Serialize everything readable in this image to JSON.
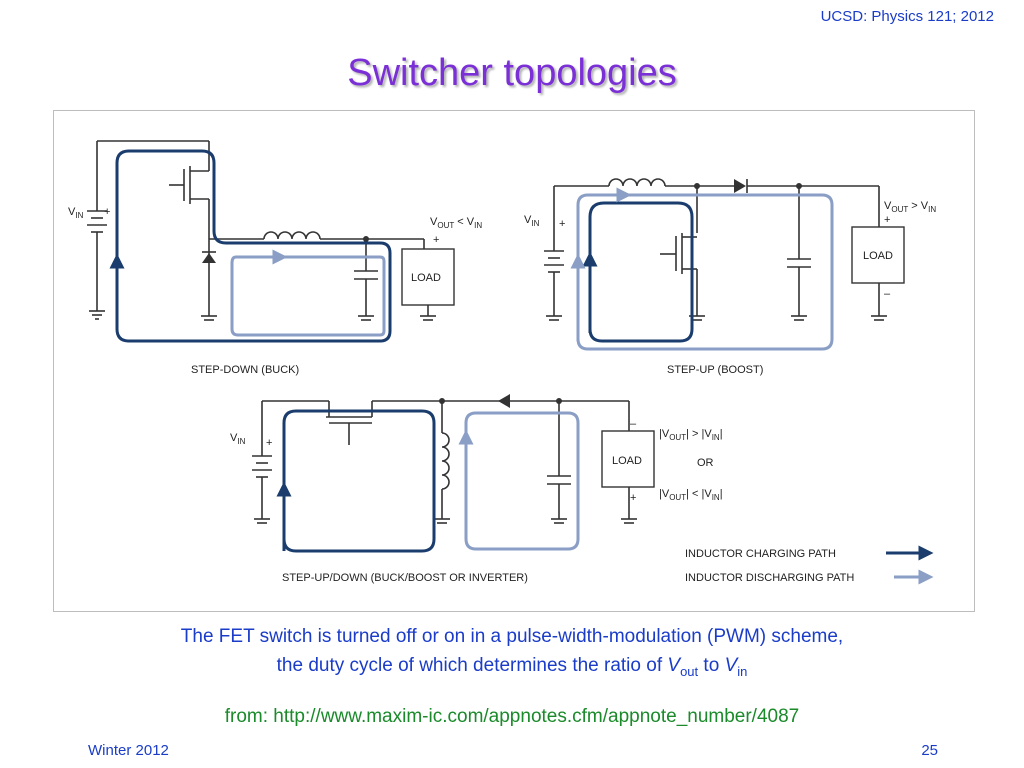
{
  "header": {
    "course": "UCSD: Physics 121; 2012"
  },
  "slide": {
    "title": "Switcher topologies"
  },
  "diagram": {
    "buck": {
      "vin": "V",
      "vin_sub": "IN",
      "vout_rel": "V",
      "vout_sub": "OUT",
      "rel": " < V",
      "rel_sub": "IN",
      "load": "LOAD",
      "caption": "STEP-DOWN (BUCK)"
    },
    "boost": {
      "vin": "V",
      "vin_sub": "IN",
      "vout_rel": "V",
      "vout_sub": "OUT",
      "rel": " > V",
      "rel_sub": "IN",
      "load": "LOAD",
      "caption": "STEP-UP (BOOST)"
    },
    "inverter": {
      "vin": "V",
      "vin_sub": "IN",
      "load": "LOAD",
      "or": "OR",
      "cond1_pre": "|V",
      "cond1_sub": "OUT",
      "cond1_mid": "|  >  |V",
      "cond1_sub2": "IN",
      "cond1_end": "|",
      "cond2_pre": "|V",
      "cond2_sub": "OUT",
      "cond2_mid": "|  <  |V",
      "cond2_sub2": "IN",
      "cond2_end": "|",
      "caption": "STEP-UP/DOWN (BUCK/BOOST OR INVERTER)"
    },
    "legend": {
      "charging": "INDUCTOR CHARGING PATH",
      "discharging": "INDUCTOR DISCHARGING PATH"
    },
    "colors": {
      "charging": "#1a3d6e",
      "discharging": "#8a9ec6"
    }
  },
  "caption": {
    "line1": "The FET switch is turned off or on in a pulse-width-modulation (PWM) scheme,",
    "line2_pre": "the duty cycle of which determines the ratio of ",
    "vout": "V",
    "vout_sub": "out",
    "to": " to ",
    "vin": "V",
    "vin_sub": "in"
  },
  "source": "from: http://www.maxim-ic.com/appnotes.cfm/appnote_number/4087",
  "footer": {
    "left": "Winter 2012",
    "right": "25"
  }
}
